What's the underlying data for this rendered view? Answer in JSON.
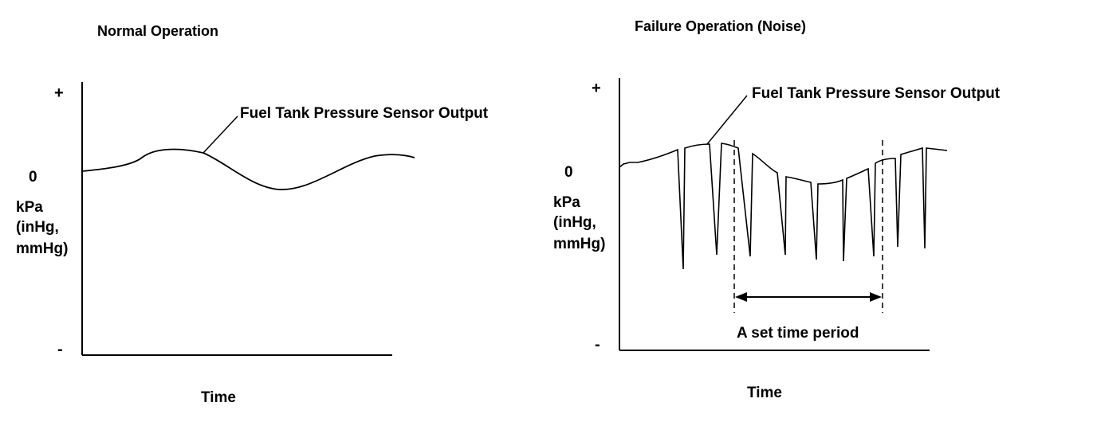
{
  "normal": {
    "title": "Normal Operation",
    "plus_label": "+",
    "zero_label": "0",
    "minus_label": "-",
    "unit_lines": [
      "kPa",
      "(inHg,",
      "mmHg)"
    ],
    "x_label": "Time",
    "callout": "Fuel Tank Pressure Sensor Output"
  },
  "failure": {
    "title": "Failure Operation (Noise)",
    "plus_label": "+",
    "zero_label": "0",
    "minus_label": "-",
    "unit_lines": [
      "kPa",
      "(inHg,",
      "mmHg)"
    ],
    "x_label": "Time",
    "callout": "Fuel Tank Pressure Sensor Output",
    "period_label": "A set time period"
  },
  "colors": {
    "ink": "#000000",
    "background": "#ffffff"
  }
}
